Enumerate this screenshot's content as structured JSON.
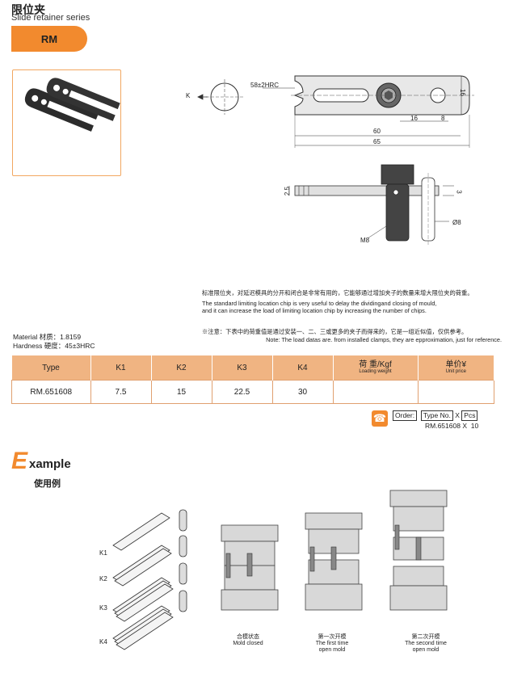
{
  "header": {
    "title_cn": "限位夹",
    "title_en": "Slide retainer series",
    "series": "RM"
  },
  "drawing": {
    "k_label": "K",
    "hardness_note": "58±2HRC",
    "dim_16": "16",
    "dim_16b": "16",
    "dim_8": "8",
    "dim_60": "60",
    "dim_65": "65",
    "dim_25": "2.5",
    "dim_3": "3",
    "m8": "M8",
    "d8": "Ø8"
  },
  "description": {
    "cn": "标准限位夹，对延迟模具的分开和闭合是非常有用的，它能够通过增加夹子的数量来增大限位夹的荷重。",
    "en1": "The standard limiting location chip is very useful to delay the dividingand closing of mould,",
    "en2": "and it can increase the load of limiting location chip by increasing the number of chips.",
    "note_cn": "※注意：下表中的荷重值是通过安装一、二、三或更多的夹子而得来的，它是一组近似值，仅供参考。",
    "note_en": "Note: The load datas are. from installed clamps, they are epproximation, just for reference."
  },
  "material": {
    "line1": "Material 材质：1.8159",
    "line2": "Hardness 硬度：45±3HRC"
  },
  "table": {
    "headers": [
      "Type",
      "K1",
      "K2",
      "K3",
      "K4"
    ],
    "load_cn": "荷 重/Kgf",
    "load_en": "Loading weight",
    "price_cn": "单价¥",
    "price_en": "Unit price",
    "rows": [
      [
        "RM.651608",
        "7.5",
        "15",
        "22.5",
        "30",
        "",
        ""
      ]
    ]
  },
  "order": {
    "label": "Order:",
    "type_no": "Type No.",
    "x": "X",
    "pcs": "Pcs",
    "example_type": "RM.651608",
    "example_x": "X",
    "example_qty": "10"
  },
  "example": {
    "e": "E",
    "rest": "xample",
    "cn": "使用例",
    "k_labels": [
      "K1",
      "K2",
      "K3",
      "K4"
    ],
    "captions": [
      {
        "cn": "合模状态",
        "en": "Mold closed",
        "en2": ""
      },
      {
        "cn": "第一次开模",
        "en": "The first time",
        "en2": "open mold"
      },
      {
        "cn": "第二次开模",
        "en": "The second time",
        "en2": "open mold"
      }
    ]
  }
}
